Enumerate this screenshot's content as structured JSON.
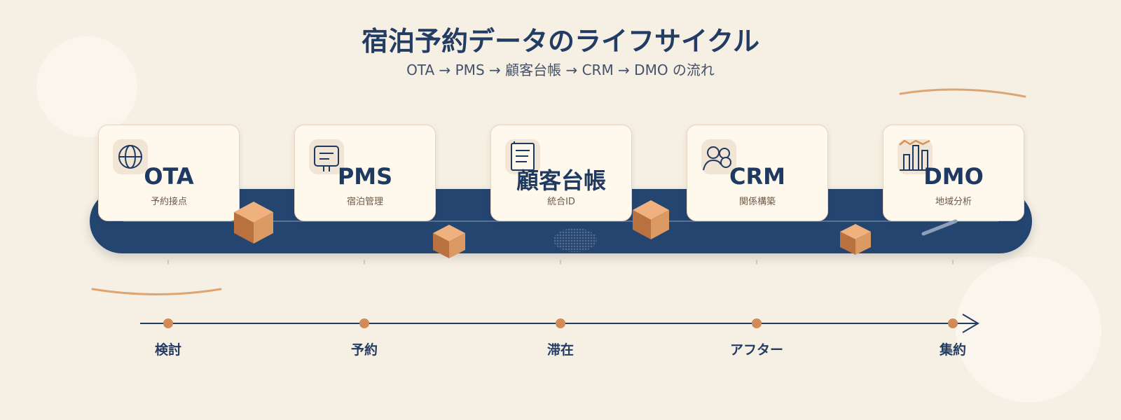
{
  "header": {
    "title": "宿泊予約データのライフサイクル",
    "subtitle": "OTA → PMS → 顧客台帳 → CRM → DMO の流れ"
  },
  "cards": [
    {
      "title": "OTA",
      "subtitle": "予約接点",
      "icon": "globe-icon"
    },
    {
      "title": "PMS",
      "subtitle": "宿泊管理",
      "icon": "monitor-icon"
    },
    {
      "title": "顧客台帳",
      "subtitle": "統合ID",
      "icon": "ledger-icon"
    },
    {
      "title": "CRM",
      "subtitle": "関係構築",
      "icon": "users-icon"
    },
    {
      "title": "DMO",
      "subtitle": "地域分析",
      "icon": "bar-chart-icon"
    }
  ],
  "timeline": {
    "stages": [
      "検討",
      "予約",
      "滞在",
      "アフター",
      "集約"
    ]
  },
  "colors": {
    "navy": "#233c63",
    "belt": "#244570",
    "accent": "#d9915a",
    "card_bg": "#fff8ec",
    "background": "#f6efe3"
  }
}
